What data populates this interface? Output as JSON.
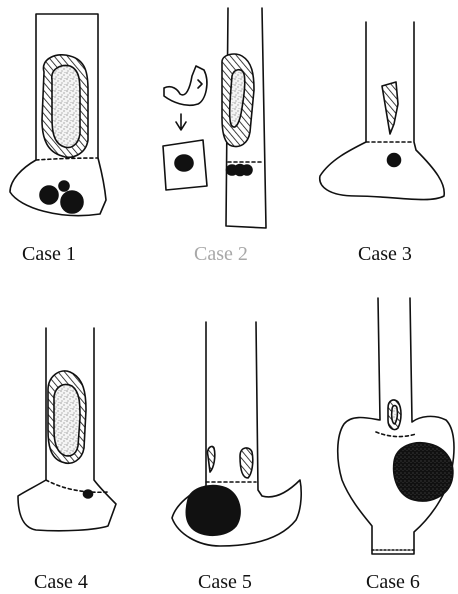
{
  "figure": {
    "cases": [
      {
        "label": "Case 1",
        "faded": false
      },
      {
        "label": "Case 2",
        "faded": true
      },
      {
        "label": "Case 3",
        "faded": false
      },
      {
        "label": "Case 4",
        "faded": false
      },
      {
        "label": "Case 5",
        "faded": false
      },
      {
        "label": "Case 6",
        "faded": false
      }
    ]
  },
  "colors": {
    "ink": "#111111",
    "faded_caption": "#a8a8a8",
    "background": "#ffffff"
  }
}
